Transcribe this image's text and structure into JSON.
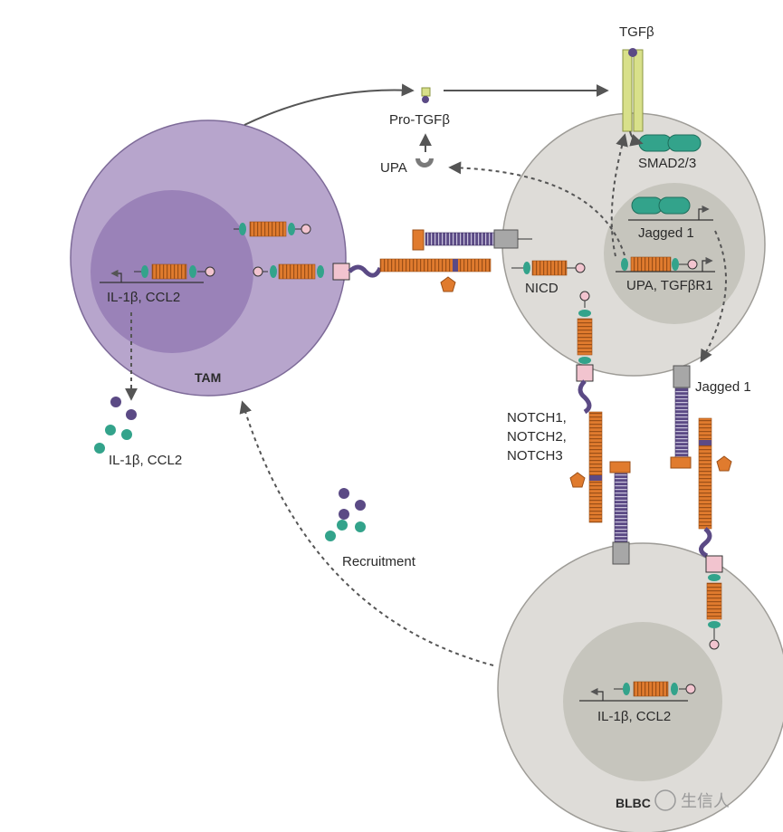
{
  "cells": {
    "tam": {
      "label": "TAM",
      "genes": "IL-1β, CCL2"
    },
    "tumor": {
      "smad": "SMAD2/3",
      "jagged_gene": "Jagged 1",
      "upa_gene": "UPA, TGFβR1",
      "nicd": "NICD"
    },
    "blbc": {
      "label": "BLBC",
      "genes": "IL-1β, CCL2"
    }
  },
  "labels": {
    "tgfb": "TGFβ",
    "pro_tgfb": "Pro-TGFβ",
    "upa": "UPA",
    "jagged_ligand": "Jagged 1",
    "notch1": "NOTCH1,",
    "notch2": "NOTCH2,",
    "notch3": "NOTCH3",
    "secreted": "IL-1β, CCL2",
    "recruitment": "Recruitment"
  },
  "watermark": "生信人",
  "colors": {
    "tam_fill": "#b7a5cc",
    "tam_nucleus": "#9a82b8",
    "cell_fill": "#dedcd8",
    "nucleus_fill": "#c6c5bd",
    "notch_orange": "#e07b2e",
    "notch_purple": "#5b4a85",
    "teal": "#33a38b",
    "tgf_yellow": "#d8e08a",
    "pink": "#f2c4cf",
    "grey_box": "#a7a7a7",
    "arrow": "#555555"
  }
}
